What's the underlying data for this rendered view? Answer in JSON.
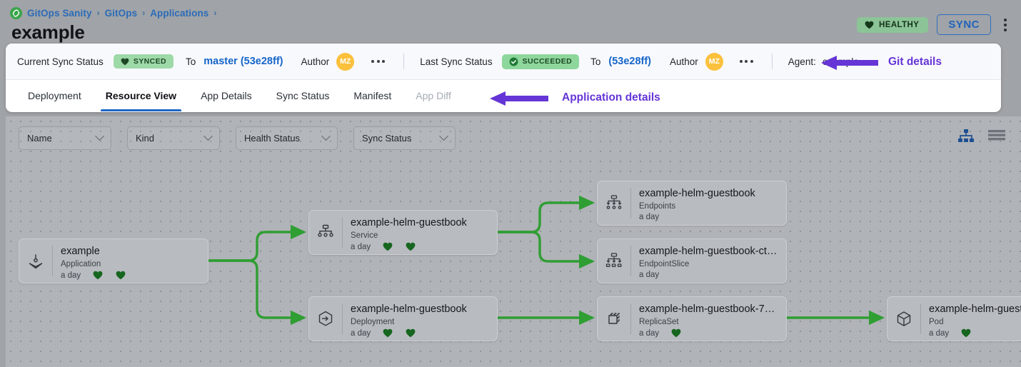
{
  "breadcrumb": {
    "logo_icon": "gitops-logo-icon",
    "items": [
      "GitOps Sanity",
      "GitOps",
      "Applications"
    ],
    "separator": "›"
  },
  "page_title": "example",
  "top_right": {
    "health_badge": {
      "icon": "heart-icon",
      "label": "HEALTHY"
    },
    "sync_button": "SYNC",
    "overflow_icon": "vertical-kebab-icon"
  },
  "sync_strip": {
    "current_label": "Current Sync Status",
    "current_pill": {
      "icon": "heart-icon",
      "label": "SYNCED"
    },
    "current_to_label": "To",
    "current_revision": "master (53e28ff)",
    "current_author_label": "Author",
    "current_author_initials": "MZ",
    "current_overflow_icon": "horizontal-kebab-icon",
    "last_label": "Last Sync Status",
    "last_pill": {
      "icon": "check-circle-icon",
      "label": "SUCCEEDED"
    },
    "last_to_label": "To",
    "last_revision": "(53e28ff)",
    "last_author_label": "Author",
    "last_author_initials": "MZ",
    "last_overflow_icon": "horizontal-kebab-icon",
    "agent_label": "Agent:",
    "agent_value": "example"
  },
  "tabs": [
    {
      "label": "Deployment",
      "state": "normal"
    },
    {
      "label": "Resource View",
      "state": "active"
    },
    {
      "label": "App Details",
      "state": "normal"
    },
    {
      "label": "Sync Status",
      "state": "normal"
    },
    {
      "label": "Manifest",
      "state": "normal"
    },
    {
      "label": "App Diff",
      "state": "disabled"
    }
  ],
  "annotations": [
    {
      "text": "Git details",
      "arrow": "left-arrow-icon",
      "color": "#6535d6"
    },
    {
      "text": "Application details",
      "arrow": "left-arrow-icon",
      "color": "#6535d6"
    }
  ],
  "filters": [
    {
      "label": "Name",
      "icon": "chevron-down-icon"
    },
    {
      "label": "Kind",
      "icon": "chevron-down-icon"
    },
    {
      "label": "Health Status",
      "icon": "chevron-down-icon"
    },
    {
      "label": "Sync Status",
      "icon": "chevron-down-icon"
    }
  ],
  "view_toggles": [
    {
      "icon": "tree-view-icon",
      "active": true
    },
    {
      "icon": "list-view-icon",
      "active": false
    }
  ],
  "graph": {
    "edge_color": "#2f9e33",
    "nodes": [
      {
        "id": "app",
        "title": "example",
        "kind": "Application",
        "age": "a day",
        "icon": "argo-application-icon",
        "hearts": 2
      },
      {
        "id": "service",
        "title": "example-helm-guestbook",
        "kind": "Service",
        "age": "a day",
        "icon": "service-icon",
        "hearts": 2
      },
      {
        "id": "deployment",
        "title": "example-helm-guestbook",
        "kind": "Deployment",
        "age": "a day",
        "icon": "deployment-icon",
        "hearts": 2
      },
      {
        "id": "endpoints",
        "title": "example-helm-guestbook",
        "kind": "Endpoints",
        "age": "a day",
        "icon": "endpoints-icon",
        "hearts": 0
      },
      {
        "id": "endpointslice",
        "title": "example-helm-guestbook-ct…",
        "kind": "EndpointSlice",
        "age": "a day",
        "icon": "endpointslice-icon",
        "hearts": 0
      },
      {
        "id": "replicaset",
        "title": "example-helm-guestbook-74…",
        "kind": "ReplicaSet",
        "age": "a day",
        "icon": "replicaset-icon",
        "hearts": 1
      },
      {
        "id": "pod",
        "title": "example-helm-guest",
        "kind": "Pod",
        "age": "a day",
        "icon": "pod-icon",
        "hearts": 1
      }
    ]
  }
}
